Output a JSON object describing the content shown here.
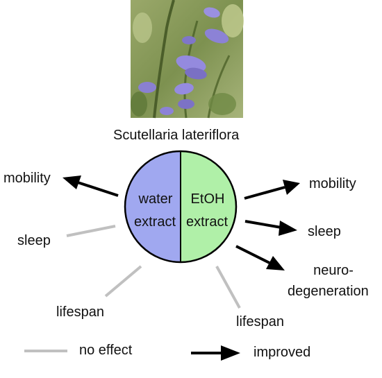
{
  "title": "Scutellaria lateriflora",
  "photo": {
    "subject": "purple-flower-photo"
  },
  "circle": {
    "left_label_1": "water",
    "left_label_2": "extract",
    "right_label_1": "EtOH",
    "right_label_2": "extract",
    "left_color": "#a0a8f0",
    "right_color": "#b0f0a8"
  },
  "left_effects": {
    "mobility": "mobility",
    "sleep": "sleep",
    "lifespan": "lifespan"
  },
  "right_effects": {
    "mobility": "mobility",
    "sleep": "sleep",
    "neuro_1": "neuro-",
    "neuro_2": "degeneration",
    "lifespan": "lifespan"
  },
  "legend": {
    "no_effect": "no effect",
    "improved": "improved",
    "no_effect_color": "#c0c0c0",
    "improved_color": "#000000"
  }
}
